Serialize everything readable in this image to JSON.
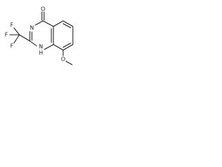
{
  "structure": {
    "atoms": {
      "carbonyl_oxygen": "O",
      "ring_nitrogen_3": "N",
      "ring_nitrogen_1": "N",
      "nh_hydrogen": "H",
      "fluorine_top": "F",
      "fluorine_left": "F",
      "fluorine_bottom": "F",
      "ether_oxygen": "O"
    }
  }
}
